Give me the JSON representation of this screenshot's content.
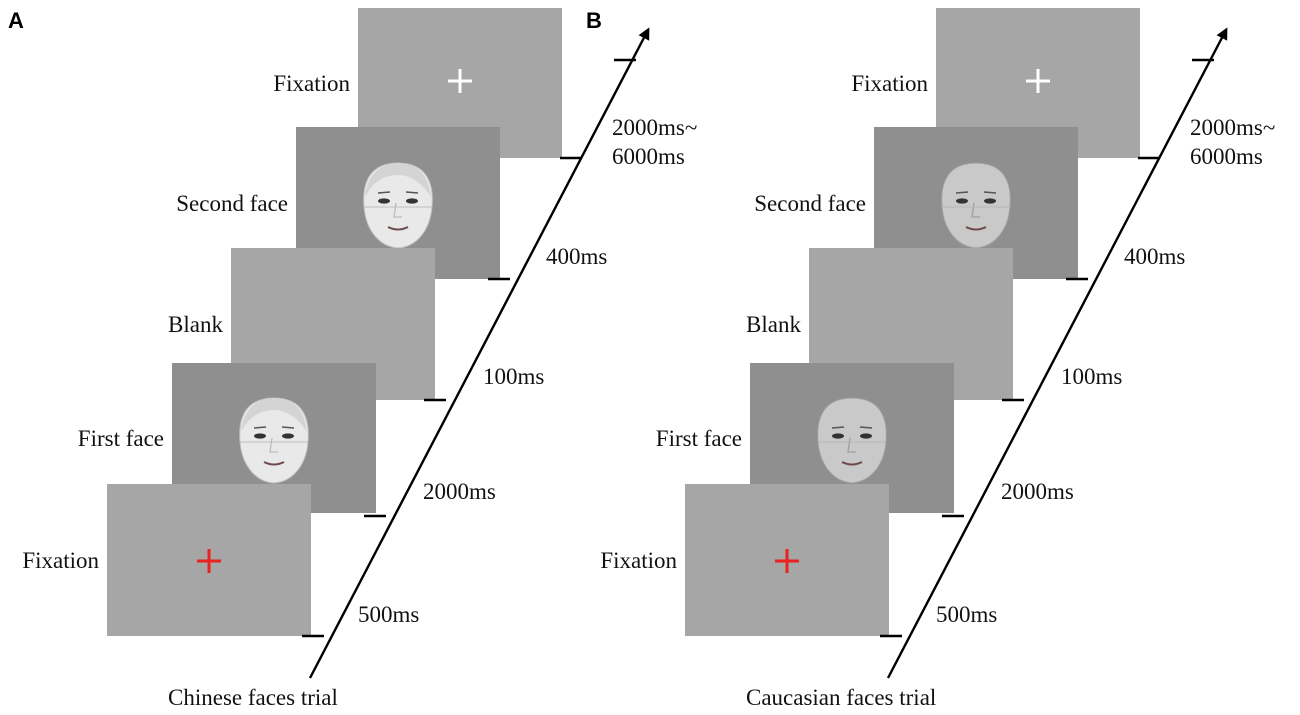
{
  "colors": {
    "screen_light": "#a6a6a6",
    "screen_face": "#8f8f8f",
    "fixation_final": "#ffffff",
    "fixation_initial": "#e8231f",
    "axis": "#000000"
  },
  "panels": [
    {
      "letter": "A",
      "caption": "Chinese faces trial",
      "face_style": "chinese",
      "screens": [
        {
          "label": "Fixation",
          "content": "cross-white"
        },
        {
          "label": "Second face",
          "content": "face"
        },
        {
          "label": "Blank",
          "content": "blank"
        },
        {
          "label": "First face",
          "content": "face"
        },
        {
          "label": "Fixation",
          "content": "cross-red"
        }
      ],
      "durations": [
        "2000ms~",
        "6000ms",
        "400ms",
        "100ms",
        "2000ms",
        "500ms"
      ]
    },
    {
      "letter": "B",
      "caption": "Caucasian faces trial",
      "face_style": "caucasian",
      "screens": [
        {
          "label": "Fixation",
          "content": "cross-white"
        },
        {
          "label": "Second face",
          "content": "face"
        },
        {
          "label": "Blank",
          "content": "blank"
        },
        {
          "label": "First face",
          "content": "face"
        },
        {
          "label": "Fixation",
          "content": "cross-red"
        }
      ],
      "durations": [
        "2000ms~",
        "6000ms",
        "400ms",
        "100ms",
        "2000ms",
        "500ms"
      ]
    }
  ]
}
